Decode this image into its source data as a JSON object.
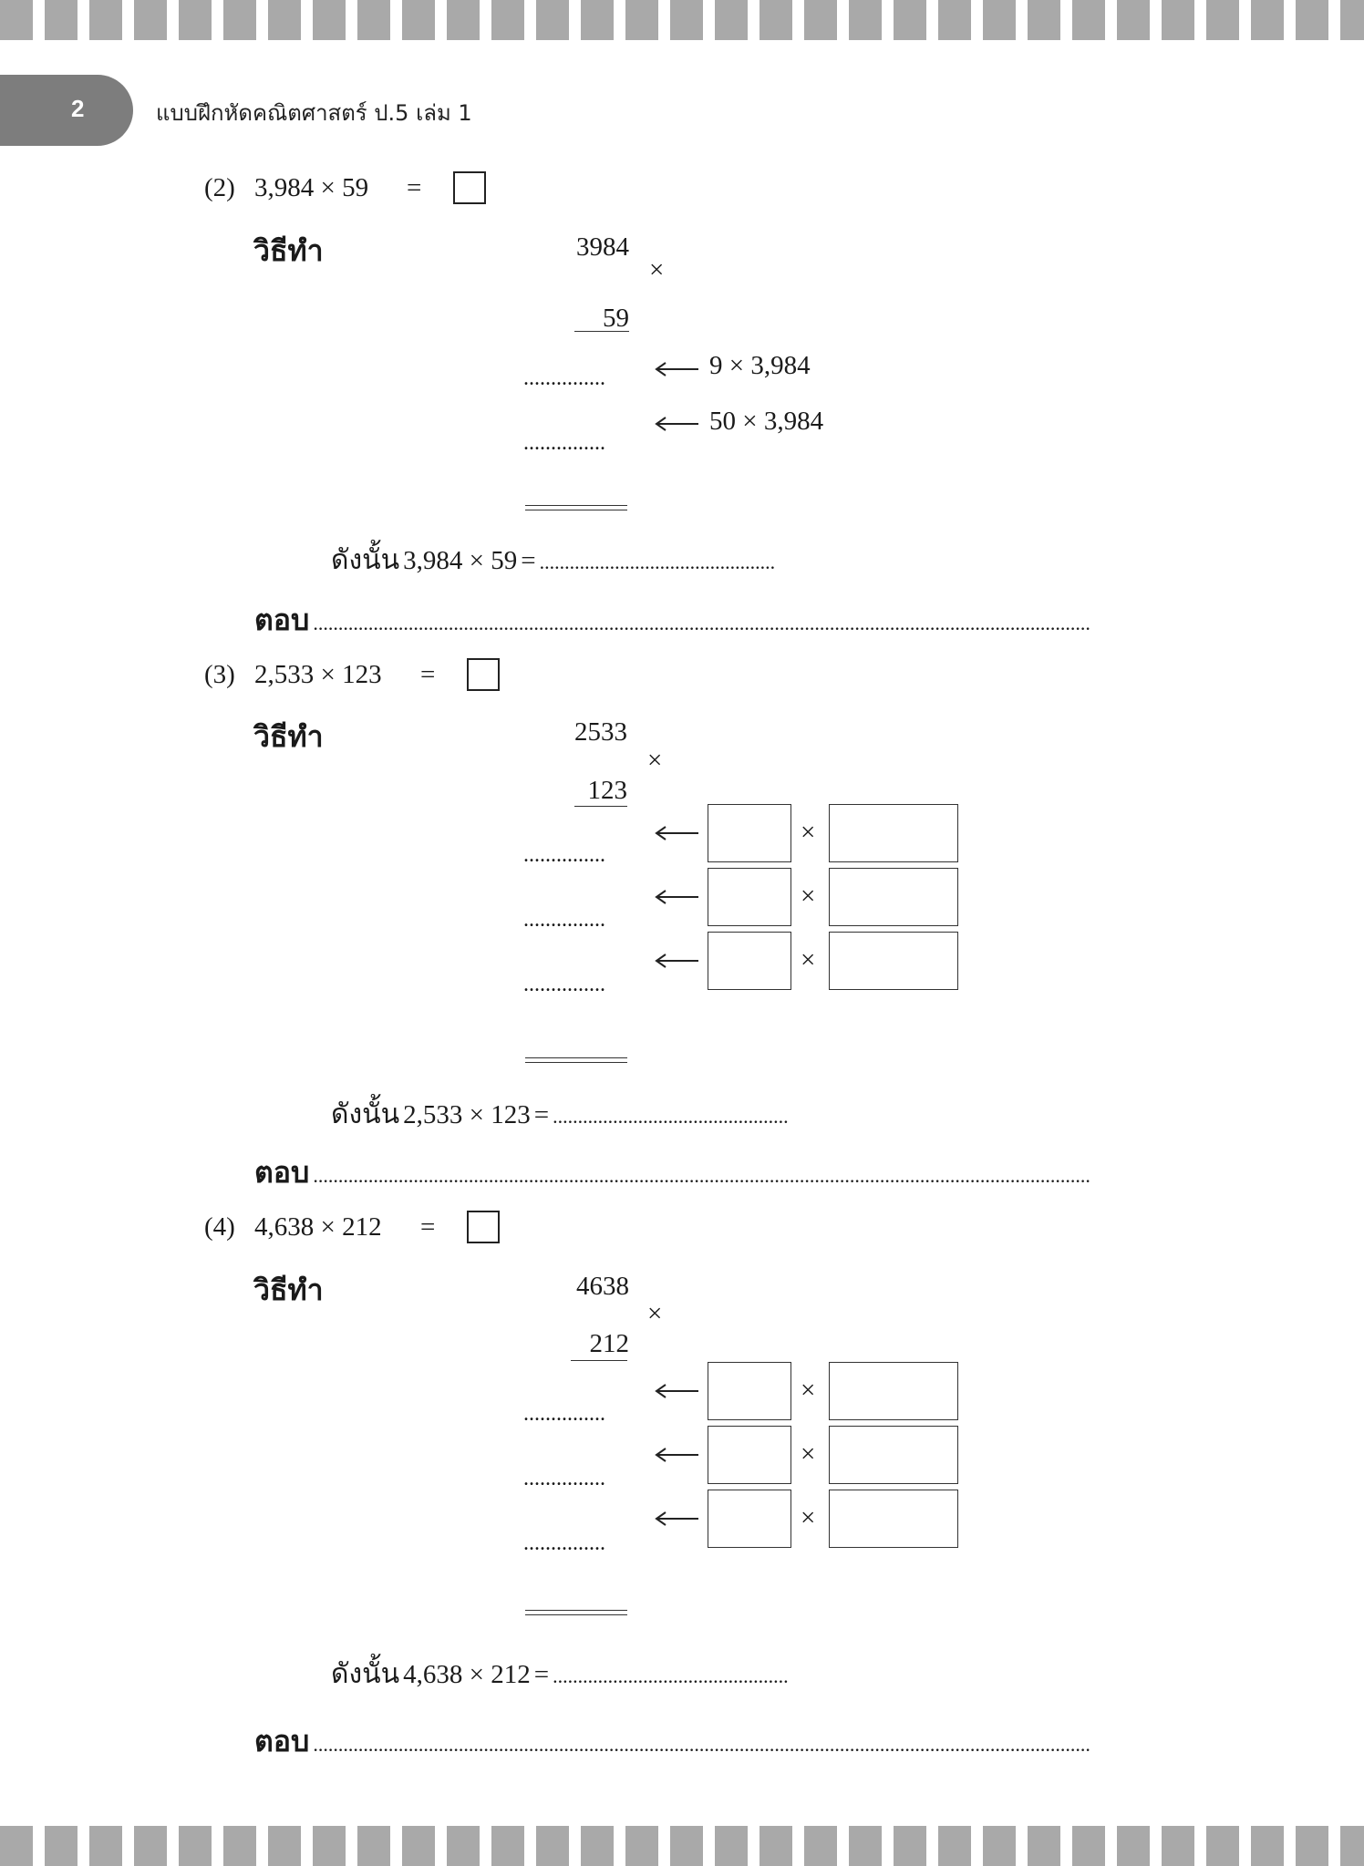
{
  "header": {
    "page_number": "2",
    "book_title": "แบบฝึกหัดคณิตศาสตร์ ป.5 เล่ม 1"
  },
  "common": {
    "method_label": "วิธีทำ",
    "answer_label": "ตอบ",
    "so_label": "ดังนั้น",
    "equals": "=",
    "times": "×",
    "dots_short": "...............",
    "dots_result": "...............................................",
    "dots_answer": "..........................................................................................................................................................."
  },
  "problems": [
    {
      "number": "(2)",
      "expression": "3,984 × 59",
      "multiplicand": "3984",
      "multiplier": "59",
      "hints": [
        "9 × 3,984",
        "50 × 3,984"
      ]
    },
    {
      "number": "(3)",
      "expression": "2,533 × 123",
      "multiplicand": "2533",
      "multiplier": "123"
    },
    {
      "number": "(4)",
      "expression": "4,638 × 212",
      "multiplicand": "4638",
      "multiplier": "212"
    }
  ]
}
